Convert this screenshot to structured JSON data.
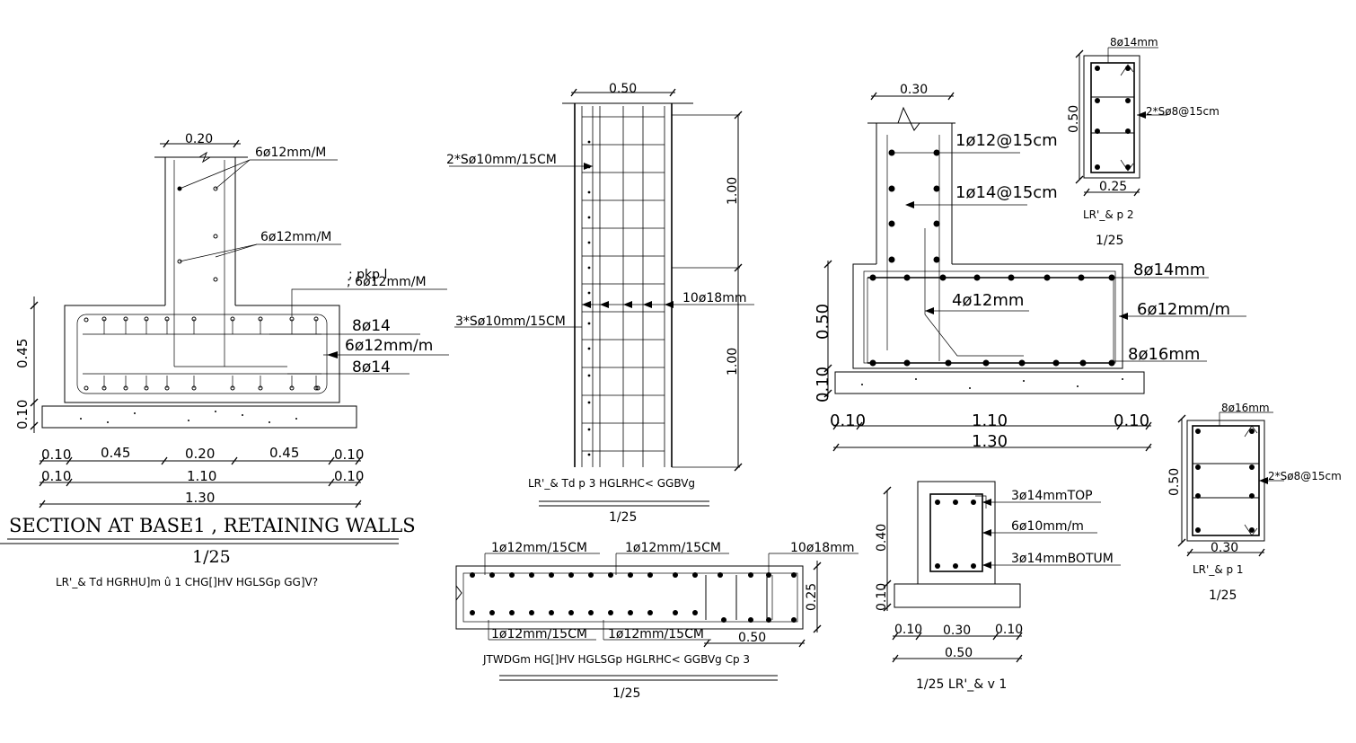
{
  "section1": {
    "top_dim": "0.20",
    "bar_label_1": "6ø12mm/M",
    "bar_label_2": "6ø12mm/M",
    "bar_label_3": "; 6ø12mm/M",
    "bar_label_3_over": "; pkp l",
    "bar_8014_top": "8ø14",
    "bar_6012m": "6ø12mm/m",
    "bar_8014_bot": "8ø14",
    "vdim_045": "0.45",
    "vdim_010": "0.10",
    "dim_row1": [
      "0.10",
      "0.45",
      "0.20",
      "0.45",
      "0.10"
    ],
    "dim_row2": [
      "0.10",
      "1.10",
      "0.10"
    ],
    "dim_row3": "1.30",
    "title": "SECTION AT BASE1 , RETAINING WALLS",
    "scale": "1/25",
    "caption": "LR'_&  Td HGRHU]m û 1   CHG[]HV HGLSGp GG]V?"
  },
  "elevation": {
    "top_dim": "0.50",
    "label_left_1": "2*Sø10mm/15CM",
    "label_left_2": "3*Sø10mm/15CM",
    "label_right": "10ø18mm",
    "vdim_upper": "1.00",
    "vdim_lower": "1.00",
    "caption": "LR'_&  Td p 3     HGLRHC< GGBVg",
    "scale": "1/25"
  },
  "plan": {
    "label_top_1": "1ø12mm/15CM",
    "label_top_2": "1ø12mm/15CM",
    "label_top_3": "10ø18mm",
    "label_bot_1": "1ø12mm/15CM",
    "label_bot_2": "1ø12mm/15CM",
    "dim_side": "0.25",
    "dim_width": "0.50",
    "caption": "JTWDGm HG[]HV HGLSGp HGLRHC< GGBVg Cp  3",
    "scale": "1/25"
  },
  "section2": {
    "top_dim": "0.30",
    "label_1": "1ø12@15cm",
    "label_2": "1ø14@15cm",
    "label_3": "8ø14mm",
    "label_4": "4ø12mm",
    "label_5": "6ø12mm/m",
    "label_6": "8ø16mm",
    "vdim_050": "0.50",
    "vdim_010": "0.10",
    "dim_row1": [
      "0.10",
      "1.10",
      "0.10"
    ],
    "dim_row2": "1.30"
  },
  "col2": {
    "top_label": "8ø14mm",
    "side_label": "2*Sø8@15cm",
    "vdim": "0.50",
    "hdim": "0.25",
    "caption": "LR'_&  p 2",
    "scale": "1/25"
  },
  "col1": {
    "top_label": "8ø16mm",
    "side_label": "2*Sø8@15cm",
    "vdim": "0.50",
    "hdim": "0.30",
    "caption": "LR'_&  p 1",
    "scale": "1/25"
  },
  "beam": {
    "label_top": "3ø14mmTOP",
    "label_mid": "6ø10mm/m",
    "label_bot": "3ø14mmBOTUM",
    "vdim_040": "0.40",
    "vdim_010": "0.10",
    "dim_row1": [
      "0.10",
      "0.30",
      "0.10"
    ],
    "dim_row2": "0.50",
    "caption": "1/25  LR'_&  v 1"
  }
}
